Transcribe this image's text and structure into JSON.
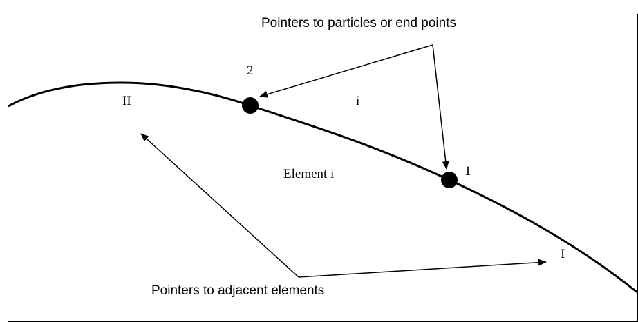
{
  "labels": {
    "top_note": "Pointers to particles or end points",
    "bottom_note": "Pointers to adjacent elements",
    "node_2": "2",
    "node_1": "1",
    "segment_i": "i",
    "element_II": "II",
    "element_I": "I",
    "element_center": "Element i"
  },
  "colors": {
    "ink": "#000000",
    "frame": "#000000",
    "background": "#ffffff"
  }
}
